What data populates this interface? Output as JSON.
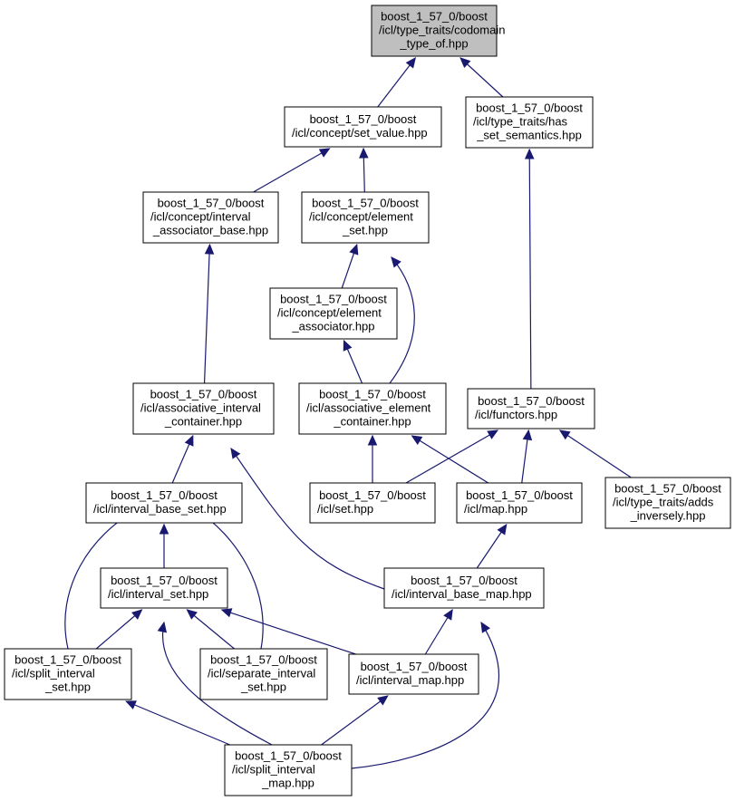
{
  "colors": {
    "edge": "#191970",
    "root_fill": "#bfbfbf",
    "node_fill": "#ffffff",
    "border": "#000000"
  },
  "nodes": [
    {
      "id": "codomain_type_of",
      "lines": [
        "boost_1_57_0/boost",
        "/icl/type_traits/codomain",
        "_type_of.hpp"
      ],
      "root": true
    },
    {
      "id": "set_value",
      "lines": [
        "boost_1_57_0/boost",
        "/icl/concept/set_value.hpp"
      ]
    },
    {
      "id": "has_set_semantics",
      "lines": [
        "boost_1_57_0/boost",
        "/icl/type_traits/has",
        "_set_semantics.hpp"
      ]
    },
    {
      "id": "interval_associator_base",
      "lines": [
        "boost_1_57_0/boost",
        "/icl/concept/interval",
        "_associator_base.hpp"
      ]
    },
    {
      "id": "element_set",
      "lines": [
        "boost_1_57_0/boost",
        "/icl/concept/element",
        "_set.hpp"
      ]
    },
    {
      "id": "element_associator",
      "lines": [
        "boost_1_57_0/boost",
        "/icl/concept/element",
        "_associator.hpp"
      ]
    },
    {
      "id": "associative_interval_container",
      "lines": [
        "boost_1_57_0/boost",
        "/icl/associative_interval",
        "_container.hpp"
      ]
    },
    {
      "id": "associative_element_container",
      "lines": [
        "boost_1_57_0/boost",
        "/icl/associative_element",
        "_container.hpp"
      ]
    },
    {
      "id": "functors",
      "lines": [
        "boost_1_57_0/boost",
        "/icl/functors.hpp"
      ]
    },
    {
      "id": "interval_base_set",
      "lines": [
        "boost_1_57_0/boost",
        "/icl/interval_base_set.hpp"
      ]
    },
    {
      "id": "set",
      "lines": [
        "boost_1_57_0/boost",
        "/icl/set.hpp"
      ]
    },
    {
      "id": "map",
      "lines": [
        "boost_1_57_0/boost",
        "/icl/map.hpp"
      ]
    },
    {
      "id": "adds_inversely",
      "lines": [
        "boost_1_57_0/boost",
        "/icl/type_traits/adds",
        "_inversely.hpp"
      ]
    },
    {
      "id": "interval_set",
      "lines": [
        "boost_1_57_0/boost",
        "/icl/interval_set.hpp"
      ]
    },
    {
      "id": "interval_base_map",
      "lines": [
        "boost_1_57_0/boost",
        "/icl/interval_base_map.hpp"
      ]
    },
    {
      "id": "split_interval_set",
      "lines": [
        "boost_1_57_0/boost",
        "/icl/split_interval",
        "_set.hpp"
      ]
    },
    {
      "id": "separate_interval_set",
      "lines": [
        "boost_1_57_0/boost",
        "/icl/separate_interval",
        "_set.hpp"
      ]
    },
    {
      "id": "interval_map",
      "lines": [
        "boost_1_57_0/boost",
        "/icl/interval_map.hpp"
      ]
    },
    {
      "id": "split_interval_map",
      "lines": [
        "boost_1_57_0/boost",
        "/icl/split_interval",
        "_map.hpp"
      ]
    }
  ],
  "edges": [
    {
      "from": "set_value",
      "to": "codomain_type_of"
    },
    {
      "from": "has_set_semantics",
      "to": "codomain_type_of"
    },
    {
      "from": "interval_associator_base",
      "to": "set_value"
    },
    {
      "from": "element_set",
      "to": "set_value"
    },
    {
      "from": "functors",
      "to": "has_set_semantics"
    },
    {
      "from": "associative_interval_container",
      "to": "interval_associator_base"
    },
    {
      "from": "element_associator",
      "to": "element_set"
    },
    {
      "from": "associative_element_container",
      "to": "element_set"
    },
    {
      "from": "associative_element_container",
      "to": "element_associator"
    },
    {
      "from": "interval_base_set",
      "to": "associative_interval_container"
    },
    {
      "from": "interval_base_map",
      "to": "associative_interval_container"
    },
    {
      "from": "set",
      "to": "associative_element_container"
    },
    {
      "from": "map",
      "to": "associative_element_container"
    },
    {
      "from": "set",
      "to": "functors"
    },
    {
      "from": "map",
      "to": "functors"
    },
    {
      "from": "adds_inversely",
      "to": "functors"
    },
    {
      "from": "interval_set",
      "to": "interval_base_set"
    },
    {
      "from": "split_interval_set",
      "to": "interval_base_set"
    },
    {
      "from": "separate_interval_set",
      "to": "interval_base_set"
    },
    {
      "from": "interval_base_map",
      "to": "map"
    },
    {
      "from": "split_interval_set",
      "to": "interval_set"
    },
    {
      "from": "separate_interval_set",
      "to": "interval_set"
    },
    {
      "from": "interval_map",
      "to": "interval_set"
    },
    {
      "from": "split_interval_map",
      "to": "interval_set"
    },
    {
      "from": "interval_map",
      "to": "interval_base_map"
    },
    {
      "from": "split_interval_map",
      "to": "interval_base_map"
    },
    {
      "from": "split_interval_map",
      "to": "split_interval_set"
    },
    {
      "from": "split_interval_map",
      "to": "interval_map"
    }
  ]
}
